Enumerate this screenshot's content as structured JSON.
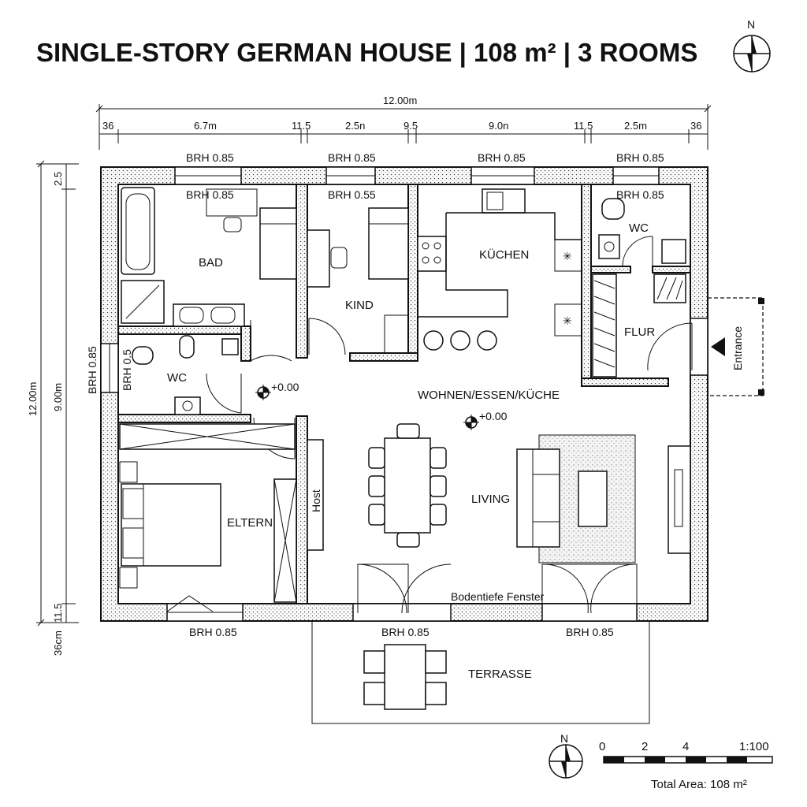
{
  "title": "SINGLE-STORY GERMAN HOUSE | 108 m² | 3 ROOMS",
  "north_label": "N",
  "dimensions": {
    "top_total": "12.00m",
    "top_segments": [
      "36",
      "6.7m",
      "11.5",
      "2.5n",
      "9.5",
      "9.0n",
      "11.5",
      "2.5m",
      "36"
    ],
    "left_total": "12.00m",
    "left_inner": "9.00m",
    "left_top": "2.5",
    "left_bottom": "11.5",
    "left_wall": "36cm"
  },
  "windows": {
    "top_1": "BRH 0.85",
    "top_2": "BRH 0.85",
    "top_3": "BRH 0.85",
    "top_4": "BRH 0.85",
    "inner_bad": "BRH 0.85",
    "inner_kind": "BRH 0.55",
    "inner_wc": "BRH 0.85",
    "left_1": "BRH 0.85",
    "left_2": "BRH 0.5",
    "bottom_1": "BRH 0.85",
    "bottom_2": "BRH 0.85",
    "bottom_3": "BRH 0.85",
    "floor_window": "Bodentiefe Fenster"
  },
  "rooms": {
    "bad": "BAD",
    "kind": "KIND",
    "kuechen": "KÜCHEN",
    "wc_right": "WC",
    "flur": "FLUR",
    "wc_left": "WC",
    "wohnen": "WOHNEN/ESSEN/KÜCHE",
    "living": "LIVING",
    "eltern": "ELTERN",
    "terrasse": "TERRASSE",
    "host": "Host"
  },
  "levels": {
    "level_1": "+0.00",
    "level_2": "+0.00"
  },
  "entrance_label": "Entrance",
  "scale": {
    "ticks": [
      "0",
      "2",
      "4"
    ],
    "ratio": "1:100"
  },
  "total_area": "Total Area: 108 m²"
}
